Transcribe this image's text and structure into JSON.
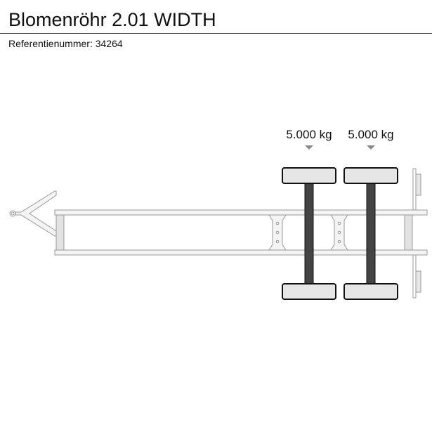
{
  "header": {
    "title": "Blomenröhr 2.01 WIDTH",
    "reference_label": "Referentienummer:",
    "reference_number": "34264"
  },
  "diagram": {
    "axles": [
      {
        "load": "5.000 kg"
      },
      {
        "load": "5.000 kg"
      }
    ],
    "colors": {
      "frame": "#f4f4f4",
      "stroke": "#999999",
      "axle": "#444444",
      "wheel": "#e6e6e6",
      "marker": "#888888"
    }
  }
}
